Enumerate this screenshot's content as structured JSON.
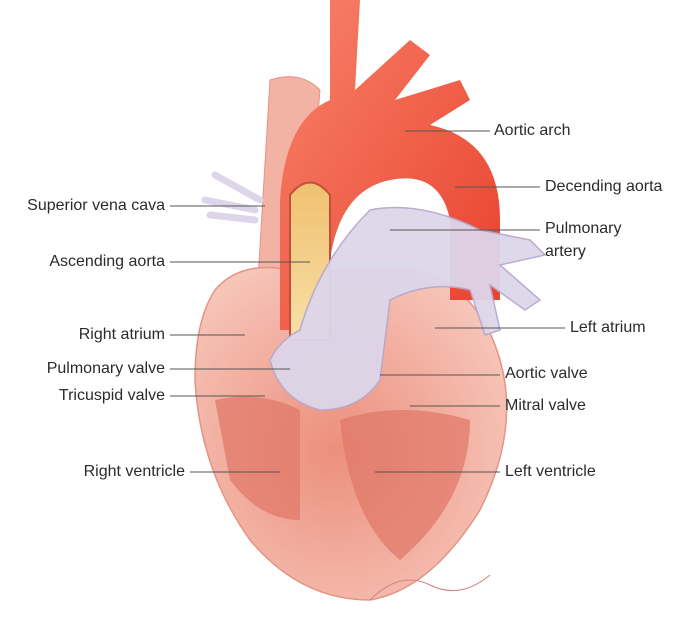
{
  "labels": {
    "aortic_arch": "Aortic arch",
    "decending_aorta": "Decending aorta",
    "pulmonary_artery_1": "Pulmonary",
    "pulmonary_artery_2": "artery",
    "left_atrium": "Left atrium",
    "aortic_valve": "Aortic valve",
    "mitral_valve": "Mitral valve",
    "left_ventricle": "Left ventricle",
    "superior_vena_cava": "Superior vena cava",
    "ascending_aorta": "Ascending aorta",
    "right_atrium": "Right atrium",
    "pulmonary_valve": "Pulmonary valve",
    "tricuspid_valve": "Tricuspid valve",
    "right_ventricle": "Right ventricle"
  },
  "colors": {
    "aorta": "#f0503c",
    "heart": "#f2a898",
    "pulmonary": "#ddd6ea",
    "line": "#555555"
  }
}
